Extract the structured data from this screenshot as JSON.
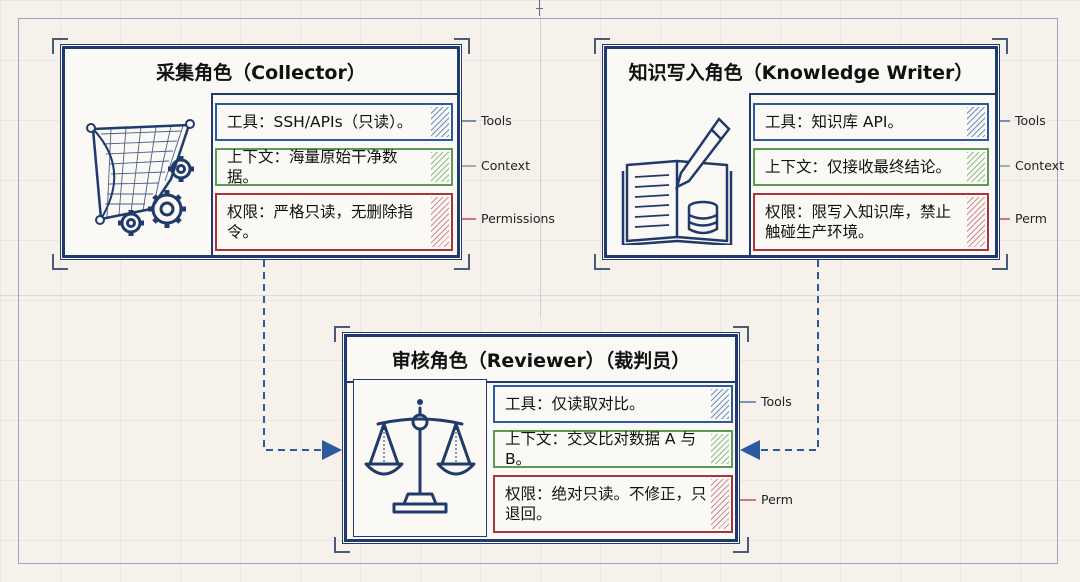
{
  "collector": {
    "title": "采集角色（Collector）",
    "tools": "工具：SSH/APIs（只读）。",
    "context": "上下文：海量原始干净数据。",
    "permissions": "权限：严格只读，无删除指令。",
    "callout_tools": "Tools",
    "callout_context": "Context",
    "callout_permissions": "Permissions",
    "icon": "net-and-gears-icon"
  },
  "writer": {
    "title": "知识写入角色（Knowledge Writer）",
    "tools": "工具：知识库 API。",
    "context": "上下文：仅接收最终结论。",
    "permissions": "权限：限写入知识库，禁止触碰生产环境。",
    "callout_tools": "Tools",
    "callout_context": "Context",
    "callout_permissions": "Perm",
    "icon": "book-pen-database-icon"
  },
  "reviewer": {
    "title": "审核角色（Reviewer）（裁判员）",
    "tools": "工具：仅读取对比。",
    "context": "上下文：交叉比对数据 A 与 B。",
    "permissions": "权限：绝对只读。不修正，只退回。",
    "callout_tools": "Tools",
    "callout_permissions": "Perm",
    "icon": "balance-scale-icon"
  },
  "colors": {
    "navy": "#1f3a6b",
    "tools": "#2c5a9e",
    "context": "#5e9a55",
    "permissions": "#a8353a"
  }
}
